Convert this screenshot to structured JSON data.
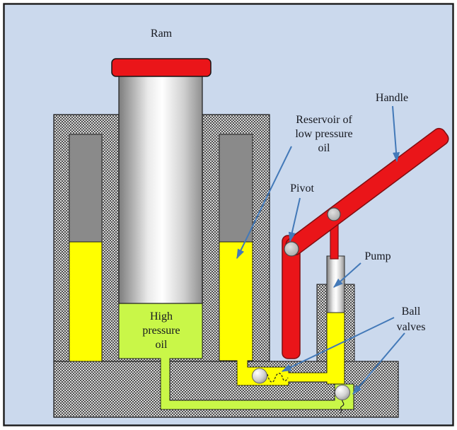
{
  "labels": {
    "ram": "Ram",
    "reservoir": "Reservoir of\nlow pressure\noil",
    "handle": "Handle",
    "pivot": "Pivot",
    "pump": "Pump",
    "ball_valves": "Ball\nvalves",
    "high_pressure_oil": "High\npressure\noil"
  },
  "colors": {
    "background": "#cbd9ed",
    "frame_border": "#1a1a1a",
    "low_pressure_oil": "#ffff00",
    "high_pressure_oil": "#c9f748",
    "red_part": "#ea1519",
    "red_outline": "#7f0d10",
    "leader_blue": "#4379b8",
    "gray_block": "#8a8a8a"
  }
}
